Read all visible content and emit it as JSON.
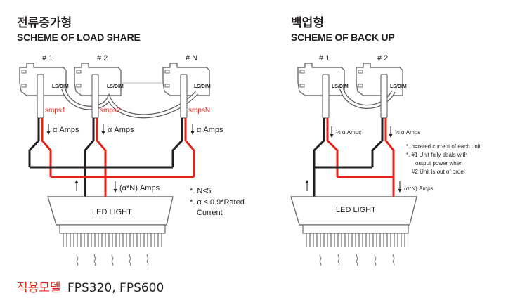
{
  "load_share": {
    "title_ko": "전류증가형",
    "title_en": "SCHEME OF LOAD SHARE",
    "units": [
      {
        "number": "# 1",
        "port": "LS/DIM",
        "name": "smps1",
        "current": "α Amps"
      },
      {
        "number": "# 2",
        "port": "LS/DIM",
        "name": "smps2",
        "current": "α Amps"
      },
      {
        "number": "# N",
        "port": "LS/DIM",
        "name": "smpsN",
        "current": "α Amps"
      }
    ],
    "total_current": "(α*N) Amps",
    "load_label": "LED LIGHT",
    "notes": [
      "*. N≤5",
      "*. α ≤ 0.9*Rated",
      "Current"
    ]
  },
  "back_up": {
    "title_ko": "백업형",
    "title_en": "SCHEME OF BACK UP",
    "units": [
      {
        "number": "# 1",
        "port": "LS/DIM",
        "current": "½  α Amps"
      },
      {
        "number": "# 2",
        "port": "LS/DIM",
        "current": "½  α Amps"
      }
    ],
    "total_current": "(α*N)  Amps",
    "load_label": "LED LIGHT",
    "notes": [
      "*.  α=rated current of each unit.",
      "*.  #1 Unit fully deals with",
      "output power when",
      "#2 Unit is out of order"
    ]
  },
  "footer": {
    "label_ko": "적용모델",
    "models": "FPS320, FPS600"
  },
  "colors": {
    "red": "#e2231a",
    "dark": "#231f20",
    "box": "#6d6e71"
  }
}
